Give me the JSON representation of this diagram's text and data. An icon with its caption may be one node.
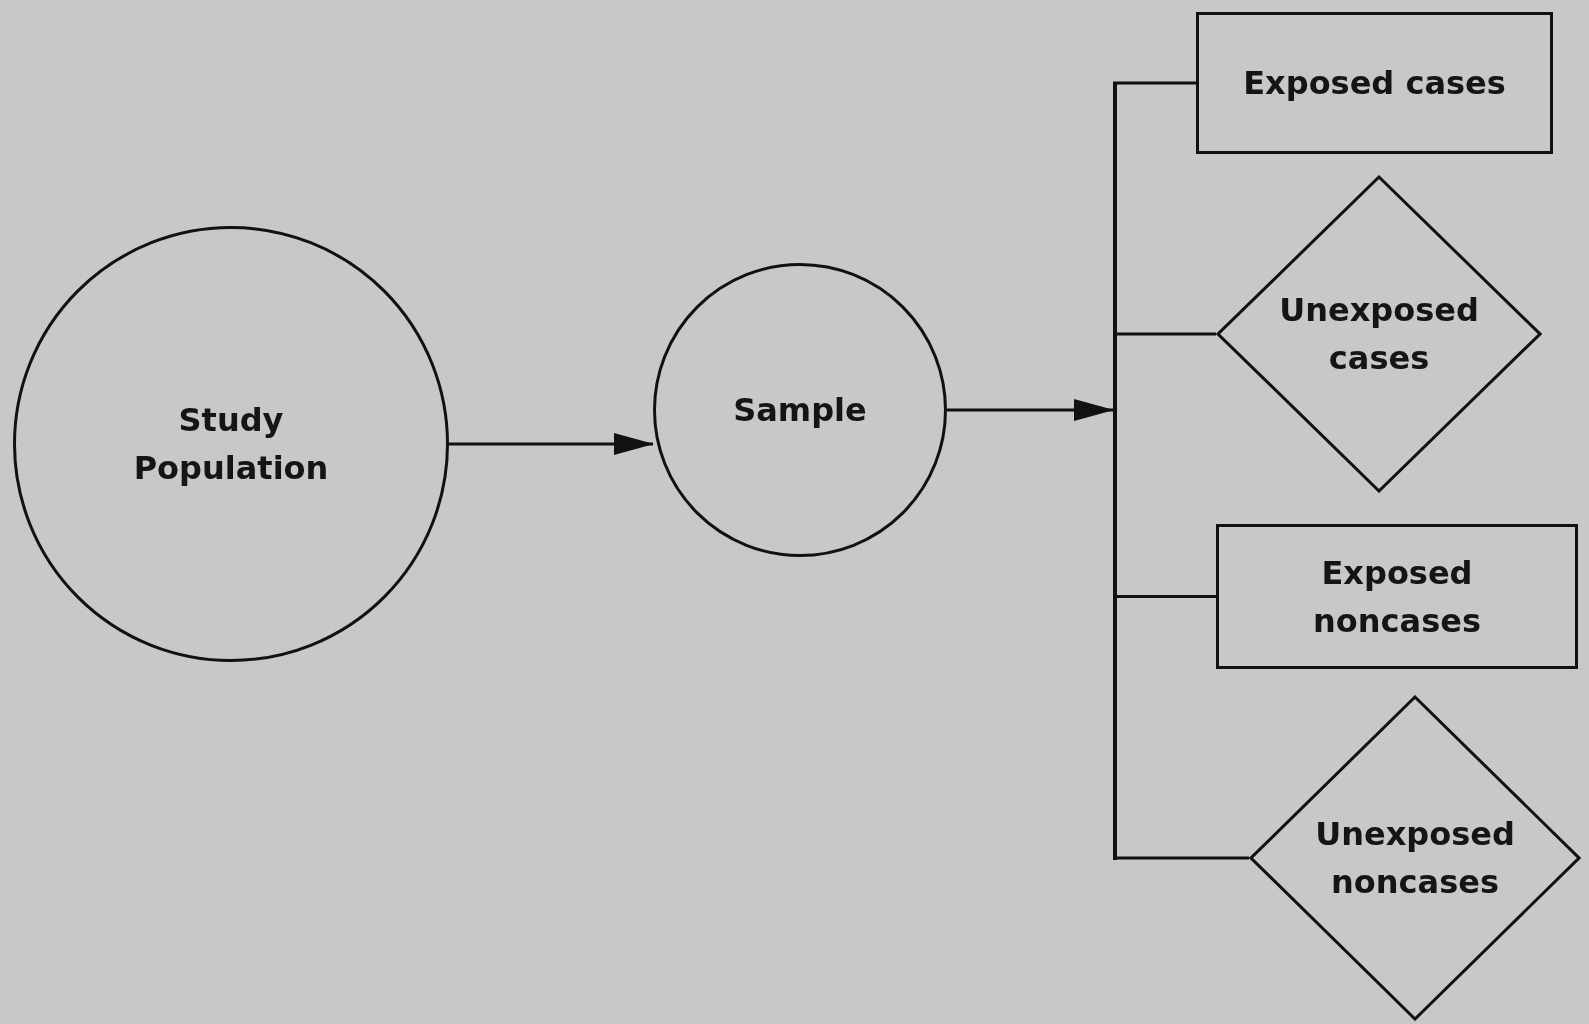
{
  "diagram": {
    "nodes": [
      {
        "text": [
          "Study Population"
        ]
      },
      {
        "text": [
          "Sample"
        ]
      },
      {
        "text": [],
        "shape": "bar"
      },
      {
        "text": [
          "Exposed cases"
        ]
      },
      {
        "text": [
          "Unexposed cases"
        ]
      },
      {
        "text": [
          "Exposed noncases"
        ]
      },
      {
        "text": [
          "Unexposed noncases"
        ]
      }
    ],
    "edges": [
      {
        "from": 0,
        "to": 1,
        "arrow": "to"
      },
      {
        "from": 1,
        "to": 2,
        "arrow": "to"
      },
      {
        "from": 2,
        "to": 3,
        "arrow": "none"
      },
      {
        "from": 2,
        "to": 4,
        "arrow": "none"
      },
      {
        "from": 2,
        "to": 5,
        "arrow": "none"
      },
      {
        "from": 2,
        "to": 6,
        "arrow": "none"
      }
    ]
  }
}
